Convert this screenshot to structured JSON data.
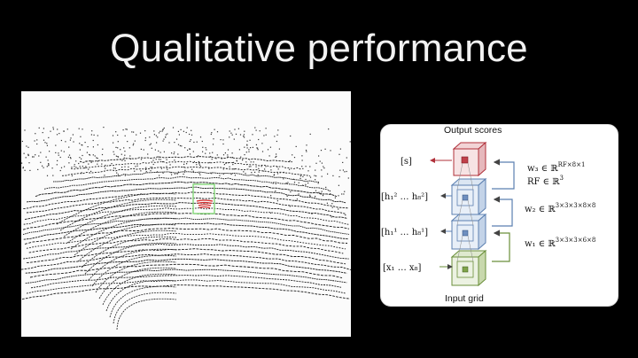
{
  "slide": {
    "title": "Qualitative performance"
  },
  "diagram": {
    "output_caption": "Output scores",
    "input_caption": "Input grid",
    "layer_labels": {
      "s": "[s]",
      "h2": "[h₁² … h₈²]",
      "h1": "[h₁¹ … h₈¹]",
      "x": "[x₁ … x₈]"
    },
    "weights": {
      "w3": "w₃ ∈ ℝ",
      "w3_sup": "RF×8×1",
      "rf": "RF ∈ ℝ",
      "rf_sup": "3",
      "w2": "w₂ ∈ ℝ",
      "w2_sup": "3×3×3×8×8",
      "w1": "w₁ ∈ ℝ",
      "w1_sup": "3×3×3×6×8"
    },
    "colors": {
      "output": "#b0303a",
      "hidden2": "#5b7fb0",
      "hidden1": "#5b7fb0",
      "input": "#6a8f3a"
    }
  },
  "lidar": {
    "detection_box_color": "#7bd66f",
    "detection_points_color": "#d42a2a"
  }
}
